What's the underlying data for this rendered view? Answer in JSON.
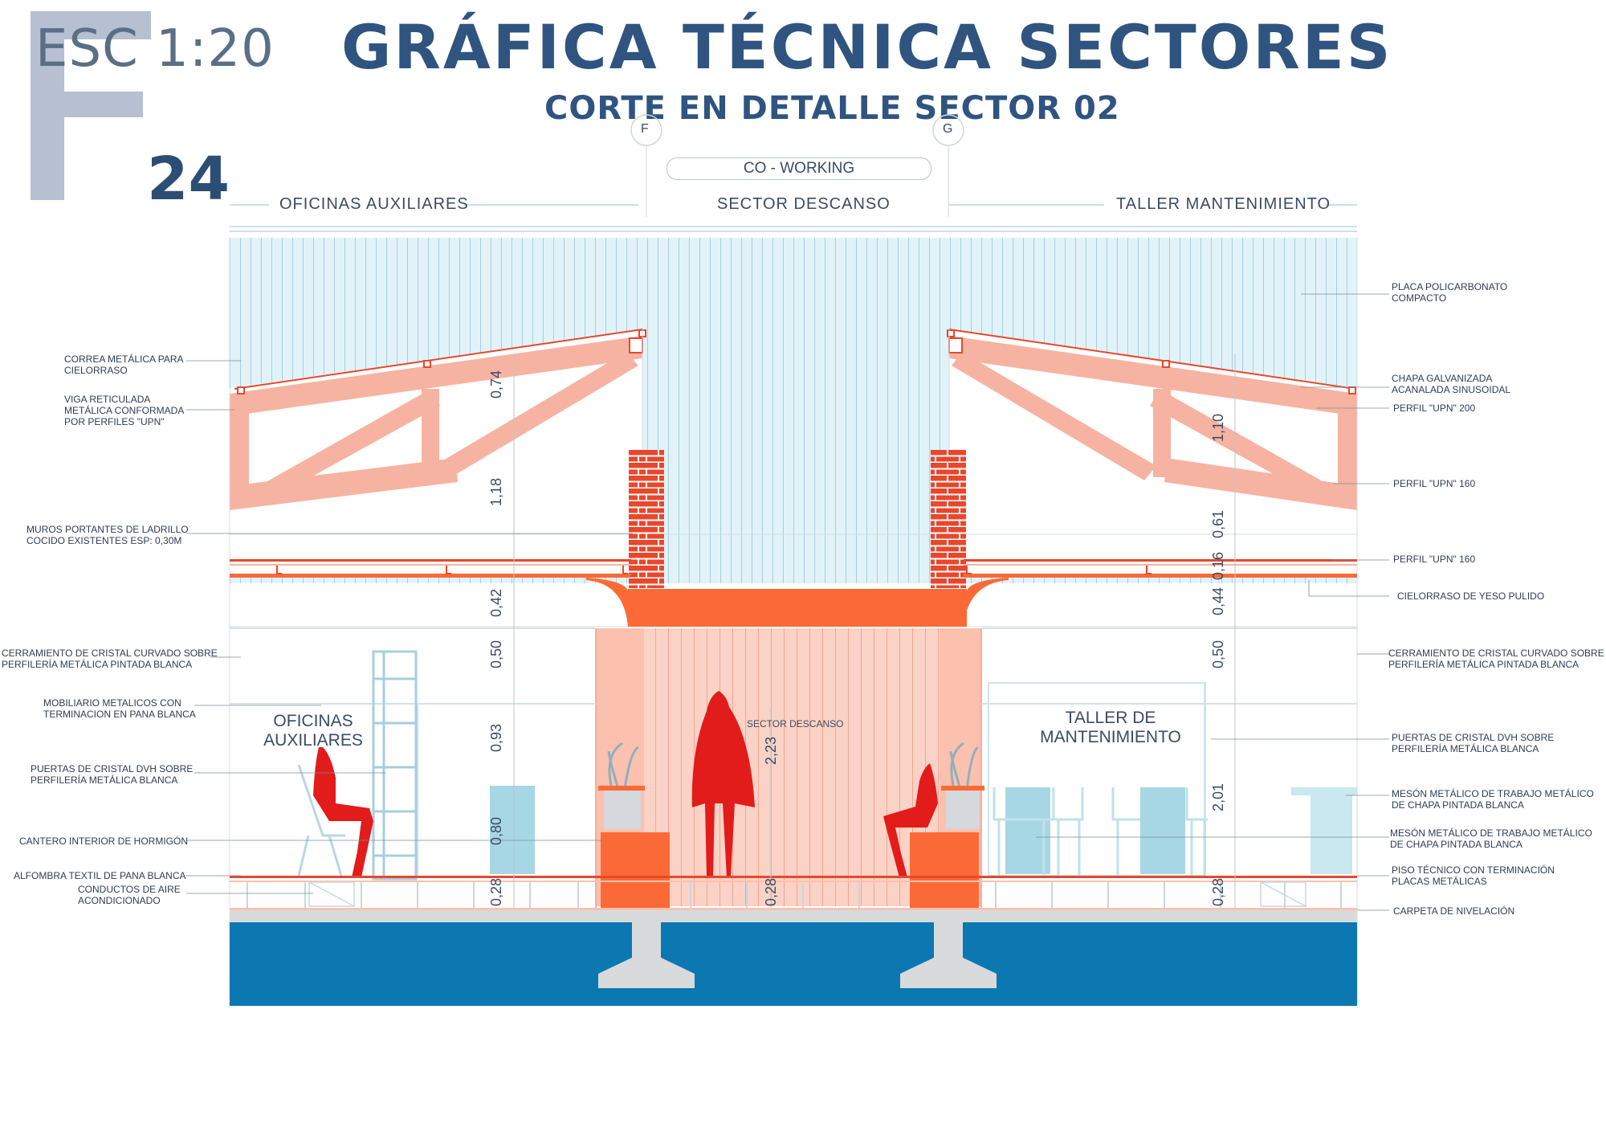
{
  "header": {
    "sheet_letter": "F",
    "scale": "ESC 1:20",
    "page_number": "24",
    "title": "GRÁFICA TÉCNICA SECTORES",
    "subtitle": "CORTE EN DETALLE SECTOR 02"
  },
  "axes": {
    "f": "F",
    "g": "G"
  },
  "zones": {
    "co_working": "CO - WORKING",
    "left": "OFICINAS AUXILIARES",
    "center": "SECTOR  DESCANSO",
    "right": "TALLER  MANTENIMIENTO"
  },
  "rooms": {
    "left": "OFICINAS\nAUXILIARES",
    "center": "SECTOR DESCANSO",
    "right": "TALLER DE\nMANTENIMIENTO"
  },
  "dimensions": {
    "left": [
      "0,74",
      "1,18",
      "0,42",
      "0,50",
      "0,93",
      "0,80",
      "0,28"
    ],
    "center": [
      "2,23",
      "0,28"
    ],
    "right": [
      "1,10",
      "0,61",
      "0,16",
      "0,44",
      "0,50",
      "2,01",
      "0,28"
    ]
  },
  "notes_left": [
    "CORREA METÁLICA PARA\nCIELORRASO",
    "VIGA RETICULADA\nMETÁLICA CONFORMADA\nPOR PERFILES \"UPN\"",
    "MUROS PORTANTES DE LADRILLO\nCOCIDO EXISTENTES ESP: 0,30m",
    "CERRAMIENTO DE CRISTAL CURVADO SOBRE\nPERFILERÍA METÁLICA PINTADA BLANCA",
    "MOBILIARIO METALICOS CON\nTERMINACION EN PANA BLANCA",
    "PUERTAS DE CRISTAL DVH SOBRE\nPERFILERÍA METÁLICA BLANCA",
    "CANTERO INTERIOR DE HORMIGÓN",
    "ALFOMBRA TEXTIL DE PANA BLANCA",
    "CONDUCTOS DE AIRE\nACONDICIONADO"
  ],
  "notes_right": [
    "PLACA POLICARBONATO\nCOMPACTO",
    "CHAPA GALVANIZADA\nACANALADA SINUSOIDAL",
    "PERFIL \"UPN\" 200",
    "PERFIL \"UPN\" 160",
    "PERFIL \"UPN\" 160",
    "CIELORRASO DE YESO PULIDO",
    "CERRAMIENTO DE CRISTAL CURVADO SOBRE\nPERFILERÍA METÁLICA PINTADA BLANCA",
    "PUERTAS DE CRISTAL DVH SOBRE\nPERFILERÍA METÁLICA BLANCA",
    "MESÓN METÁLICO DE TRABAJO METÁLICO\nDE CHAPA  PINTADA BLANCA",
    "MESÓN METÁLICO DE TRABAJO METÁLICO\nDE CHAPA  PINTADA BLANCA",
    "PISO TÉCNICO CON TERMINACIÓN\nPLACAS METÁLICAS",
    "CARPETA DE NIVELACIÓN"
  ],
  "colors": {
    "title": "#2f5480",
    "big_letter": "#b7bfd2",
    "truss": "#f7b3a1",
    "brick": "#e8472c",
    "slab": "#fb6a36",
    "figure": "#e21b1b",
    "polycarbonate": "#e1f3f9",
    "ground": "#0b78b1",
    "furniture": "#a7d7e4"
  }
}
